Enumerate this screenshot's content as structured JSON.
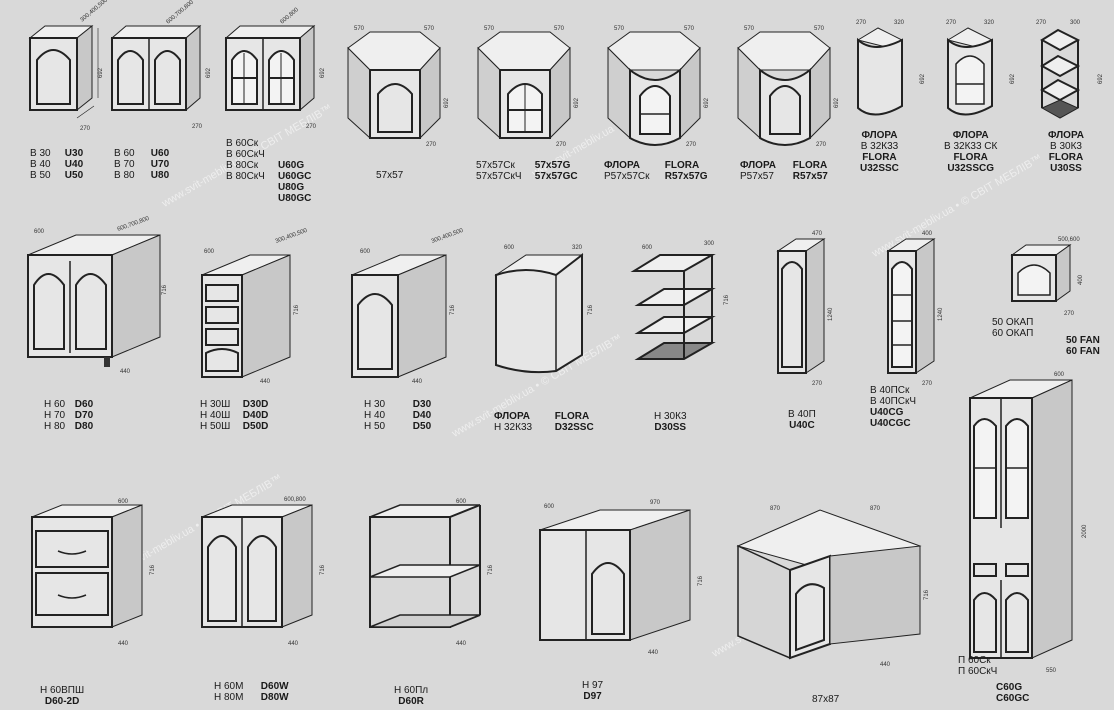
{
  "watermark": "www.svit-mebliv.ua • © СВІТ МЕБЛІВ™",
  "row1": [
    {
      "id": "u30",
      "dims": [
        "300,400,500",
        "692",
        "270"
      ],
      "left": [
        "В 30",
        "В 40",
        "В 50"
      ],
      "right": [
        "U30",
        "U40",
        "U50"
      ]
    },
    {
      "id": "u60",
      "dims": [
        "600,700,800",
        "692",
        "270"
      ],
      "left": [
        "В 60",
        "В 70",
        "В 80"
      ],
      "right": [
        "U60",
        "U70",
        "U80"
      ]
    },
    {
      "id": "u60g",
      "dims": [
        "600,800",
        "692",
        "270"
      ],
      "left": [
        "В 60Ск",
        "В 60СкЧ",
        "В 80Ск",
        "В 80СкЧ"
      ],
      "right": [
        "U60G",
        "U60GC",
        "U80G",
        "U80GC"
      ]
    },
    {
      "id": "c5757",
      "dims": [
        "570",
        "570",
        "692",
        "270"
      ],
      "left": [
        "57х57"
      ],
      "right": []
    },
    {
      "id": "c5757g",
      "dims": [
        "570",
        "570",
        "692",
        "270"
      ],
      "left": [
        "57х57Ск",
        "57х57СкЧ"
      ],
      "right": [
        "57х57G",
        "57х57GC"
      ]
    },
    {
      "id": "p5757ck",
      "dims": [
        "570",
        "570",
        "692",
        "270"
      ],
      "caption": [
        "ФЛОРА",
        "FLORA"
      ],
      "left": [
        "Р57х57Ск"
      ],
      "right": [
        "R57х57G"
      ]
    },
    {
      "id": "p5757",
      "dims": [
        "570",
        "570",
        "692",
        "270"
      ],
      "caption": [
        "ФЛОРА",
        "FLORA"
      ],
      "left": [
        "Р57х57"
      ],
      "right": [
        "R57х57"
      ]
    },
    {
      "id": "u32ssc",
      "dims": [
        "270",
        "320",
        "692"
      ],
      "caption": [
        "ФЛОРА"
      ],
      "left": [
        "В 32К33"
      ],
      "caption2": [
        "FLORA"
      ],
      "right": [
        "U32SSC"
      ]
    },
    {
      "id": "u32sscg",
      "dims": [
        "270",
        "320",
        "692"
      ],
      "caption": [
        "ФЛОРА"
      ],
      "left": [
        "В 32К33 СК"
      ],
      "caption2": [
        "FLORA"
      ],
      "right": [
        "U32SSCG"
      ]
    },
    {
      "id": "u30ss",
      "dims": [
        "270",
        "300",
        "692"
      ],
      "caption": [
        "ФЛОРА"
      ],
      "left": [
        "В 30К3"
      ],
      "caption2": [
        "FLORA"
      ],
      "right": [
        "U30SS"
      ]
    }
  ],
  "row2": [
    {
      "id": "d60",
      "dims": [
        "600",
        "600,700,800",
        "716",
        "440"
      ],
      "left": [
        "Н 60",
        "Н 70",
        "Н 80"
      ],
      "right": [
        "D60",
        "D70",
        "D80"
      ]
    },
    {
      "id": "d30d",
      "dims": [
        "600",
        "300,400,500",
        "716",
        "440"
      ],
      "left": [
        "Н 30Ш",
        "Н 40Ш",
        "Н 50Ш"
      ],
      "right": [
        "D30D",
        "D40D",
        "D50D"
      ]
    },
    {
      "id": "d30",
      "dims": [
        "600",
        "300,400,500",
        "716",
        "440"
      ],
      "left": [
        "Н 30",
        "Н 40",
        "Н 50"
      ],
      "right": [
        "D30",
        "D40",
        "D50"
      ]
    },
    {
      "id": "d32ssc",
      "dims": [
        "600",
        "320",
        "716"
      ],
      "caption": [
        "ФЛОРА",
        "FLORA"
      ],
      "left": [
        "Н 32К33"
      ],
      "right": [
        "D32SSC"
      ]
    },
    {
      "id": "d30ss",
      "dims": [
        "600",
        "300",
        "716"
      ],
      "left": [
        "Н 30К3"
      ],
      "right": [
        "D30SS"
      ]
    },
    {
      "id": "u40c",
      "dims": [
        "470",
        "1240",
        "270"
      ],
      "left": [
        "В 40П"
      ],
      "right": [
        "U40C"
      ]
    },
    {
      "id": "u40cg",
      "dims": [
        "400",
        "1240",
        "270"
      ],
      "left": [
        "В 40ПСк",
        "В 40ПСкЧ"
      ],
      "right": [
        "U40CG",
        "U40CGC"
      ]
    },
    {
      "id": "fan",
      "dims": [
        "500,600",
        "400",
        "270"
      ],
      "left": [
        "50 ОКАП",
        "60 ОКАП"
      ],
      "right": [
        "50 FAN",
        "60 FAN"
      ]
    }
  ],
  "row3": [
    {
      "id": "d602d",
      "dims": [
        "600",
        "716",
        "440"
      ],
      "left": [
        "Н 60ВПШ"
      ],
      "right": [
        "D60-2D"
      ]
    },
    {
      "id": "d60w",
      "dims": [
        "600,800",
        "716",
        "440"
      ],
      "left": [
        "Н 60М",
        "Н 80М"
      ],
      "right": [
        "D60W",
        "D80W"
      ]
    },
    {
      "id": "d60r",
      "dims": [
        "600",
        "716",
        "440"
      ],
      "left": [
        "Н 60Пл"
      ],
      "right": [
        "D60R"
      ]
    },
    {
      "id": "d97",
      "dims": [
        "600",
        "970",
        "716",
        "440"
      ],
      "left": [
        "Н 97"
      ],
      "right": [
        "D97"
      ]
    },
    {
      "id": "c8787",
      "dims": [
        "870",
        "870",
        "716",
        "440"
      ],
      "left": [
        "87х87"
      ],
      "right": []
    },
    {
      "id": "c60g",
      "dims": [
        "600",
        "2000",
        "550"
      ],
      "left": [
        "П 60Ск",
        "П 60СкЧ"
      ],
      "right": [
        "C60G",
        "C60GC"
      ]
    }
  ]
}
